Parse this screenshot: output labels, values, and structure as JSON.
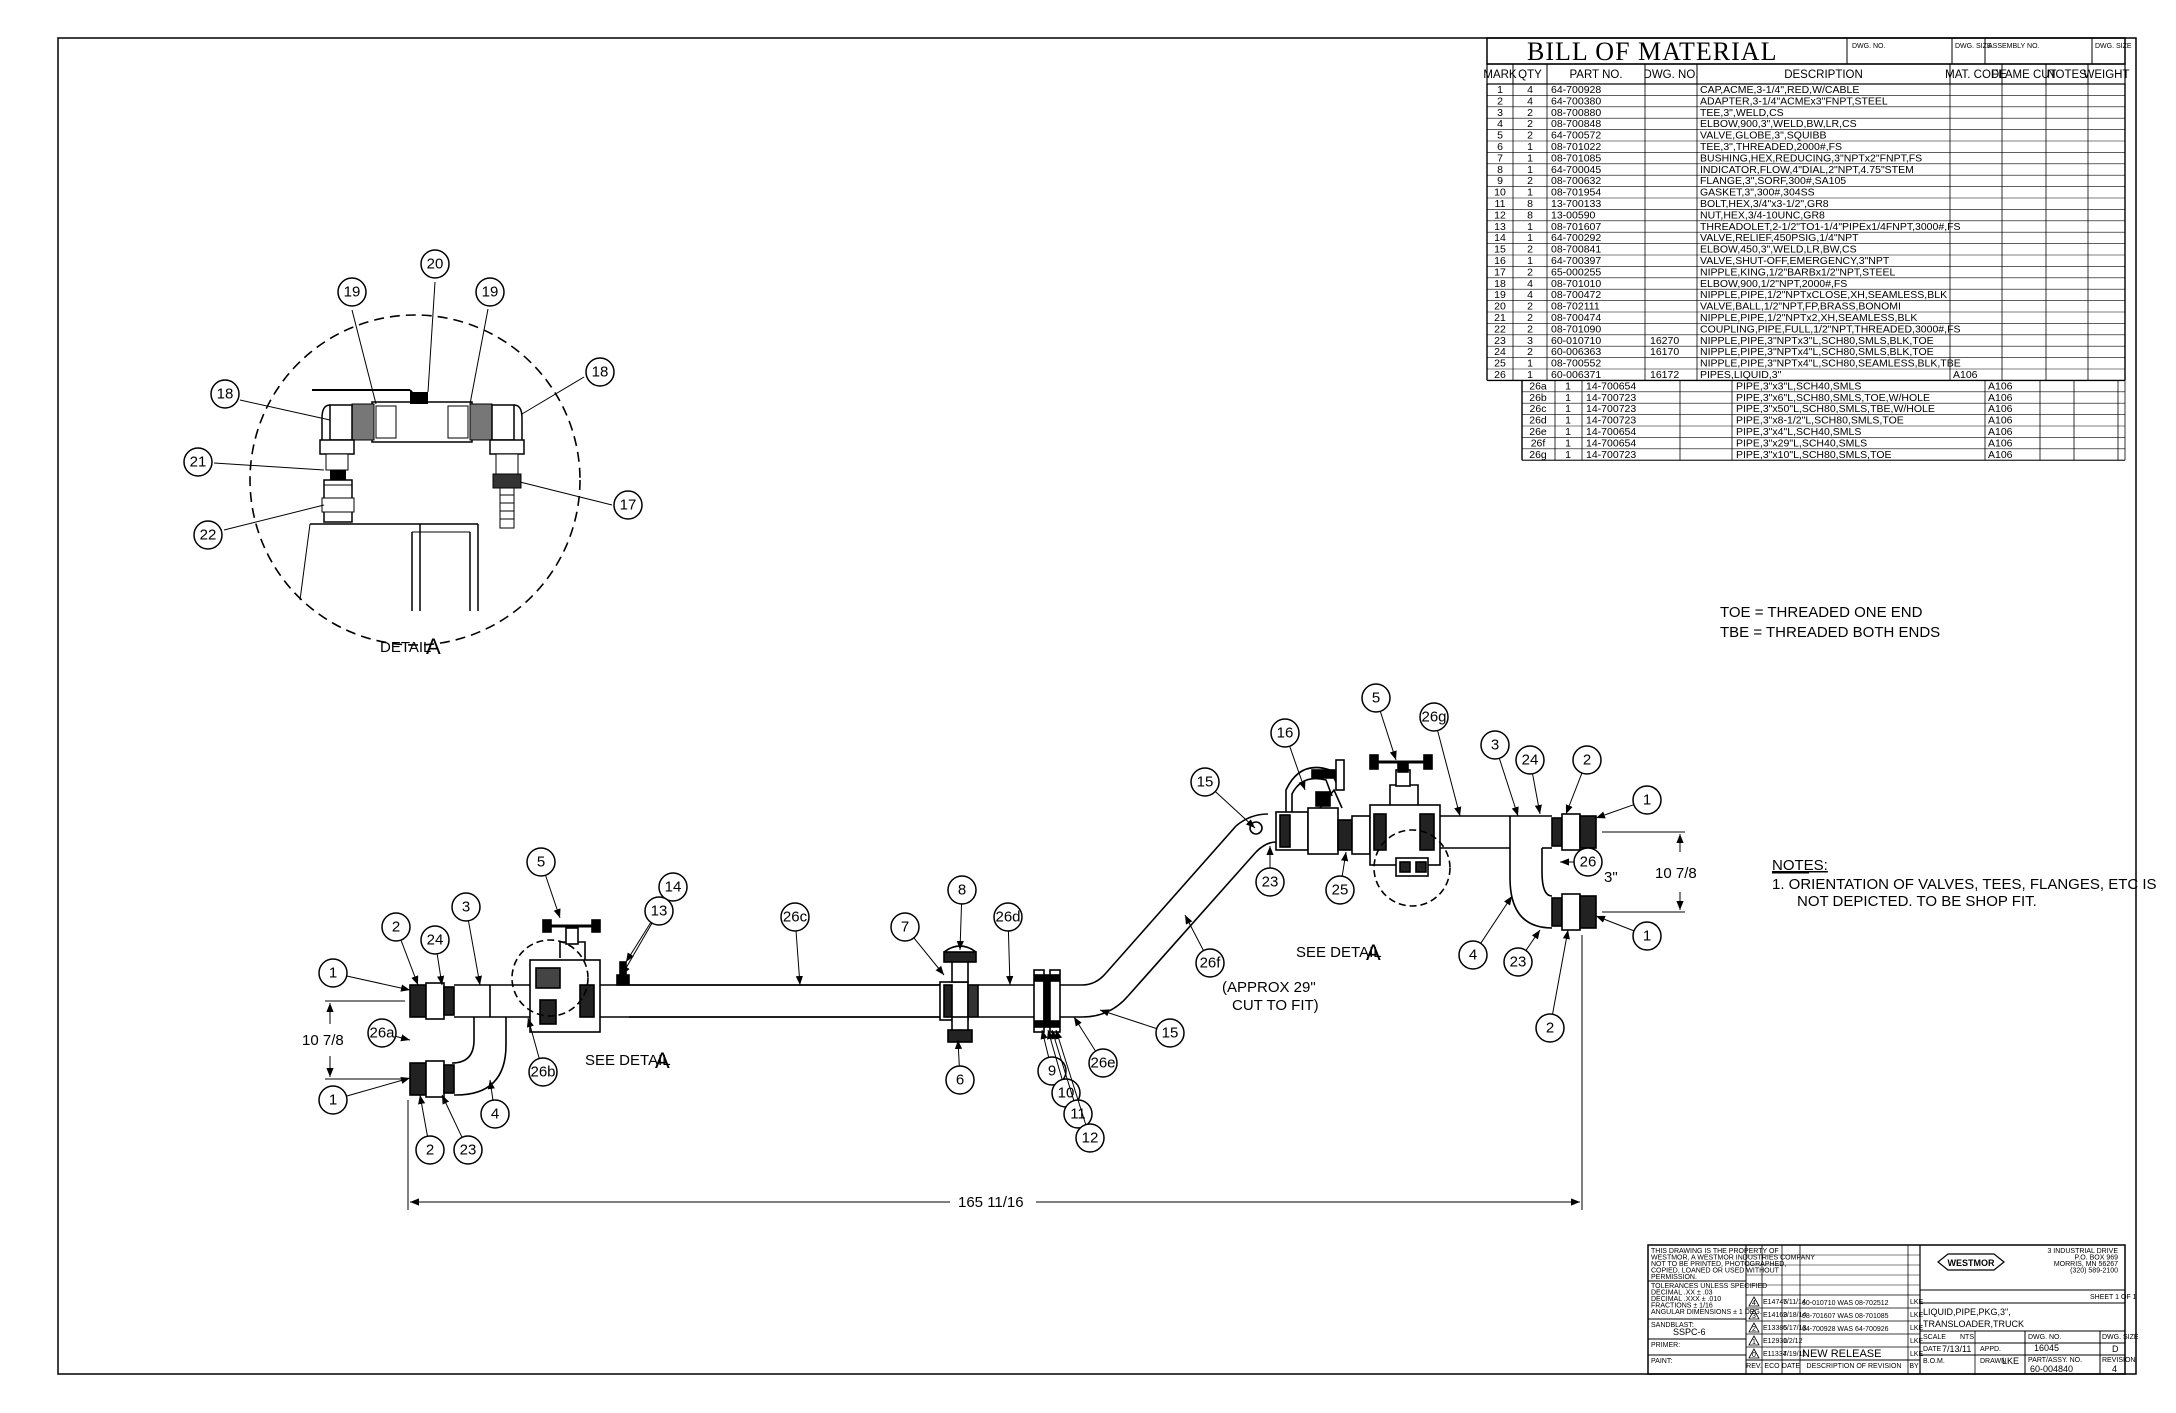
{
  "bom": {
    "title": "BILL OF MATERIAL",
    "dwg_no_label": "DWG. NO.",
    "dwg_size_label": "DWG. SIZE",
    "assembly_label": "ASSEMBLY NO.",
    "headers": [
      "MARK",
      "QTY",
      "PART NO.",
      "DWG. NO.",
      "DESCRIPTION",
      "MAT. CODE",
      "FLAME CUT",
      "NOTES",
      "WEIGHT"
    ],
    "rows": [
      [
        "1",
        "4",
        "64-700928",
        "",
        "CAP,ACME,3-1/4\",RED,W/CABLE",
        ""
      ],
      [
        "2",
        "4",
        "64-700380",
        "",
        "ADAPTER,3-1/4\"ACMEx3\"FNPT,STEEL",
        ""
      ],
      [
        "3",
        "2",
        "08-700880",
        "",
        "TEE,3\",WELD,CS",
        ""
      ],
      [
        "4",
        "2",
        "08-700848",
        "",
        "ELBOW,900,3\",WELD,BW,LR,CS",
        ""
      ],
      [
        "5",
        "2",
        "64-700572",
        "",
        "VALVE,GLOBE,3\",SQUIBB",
        ""
      ],
      [
        "6",
        "1",
        "08-701022",
        "",
        "TEE,3\",THREADED,2000#,FS",
        ""
      ],
      [
        "7",
        "1",
        "08-701085",
        "",
        "BUSHING,HEX,REDUCING,3\"NPTx2\"FNPT,FS",
        ""
      ],
      [
        "8",
        "1",
        "64-700045",
        "",
        "INDICATOR,FLOW,4\"DIAL,2\"NPT,4.75\"STEM",
        ""
      ],
      [
        "9",
        "2",
        "08-700632",
        "",
        "FLANGE,3\",SORF,300#,SA105",
        ""
      ],
      [
        "10",
        "1",
        "08-701954",
        "",
        "GASKET,3\",300#,304SS",
        ""
      ],
      [
        "11",
        "8",
        "13-700133",
        "",
        "BOLT,HEX,3/4\"x3-1/2\",GR8",
        ""
      ],
      [
        "12",
        "8",
        "13-00590",
        "",
        "NUT,HEX,3/4-10UNC,GR8",
        ""
      ],
      [
        "13",
        "1",
        "08-701607",
        "",
        "THREADOLET,2-1/2\"TO1-1/4\"PIPEx1/4FNPT,3000#,FS",
        ""
      ],
      [
        "14",
        "1",
        "64-700292",
        "",
        "VALVE,RELIEF,450PSIG,1/4\"NPT",
        ""
      ],
      [
        "15",
        "2",
        "08-700841",
        "",
        "ELBOW,450,3\",WELD,LR,BW,CS",
        ""
      ],
      [
        "16",
        "1",
        "64-700397",
        "",
        "VALVE,SHUT-OFF,EMERGENCY,3\"NPT",
        ""
      ],
      [
        "17",
        "2",
        "65-000255",
        "",
        "NIPPLE,KING,1/2\"BARBx1/2\"NPT,STEEL",
        ""
      ],
      [
        "18",
        "4",
        "08-701010",
        "",
        "ELBOW,900,1/2\"NPT,2000#,FS",
        ""
      ],
      [
        "19",
        "4",
        "08-700472",
        "",
        "NIPPLE,PIPE,1/2\"NPTxCLOSE,XH,SEAMLESS,BLK",
        ""
      ],
      [
        "20",
        "2",
        "08-702111",
        "",
        "VALVE,BALL,1/2\"NPT,FP,BRASS,BONOMI",
        ""
      ],
      [
        "21",
        "2",
        "08-700474",
        "",
        "NIPPLE,PIPE,1/2\"NPTx2,XH,SEAMLESS,BLK",
        ""
      ],
      [
        "22",
        "2",
        "08-701090",
        "",
        "COUPLING,PIPE,FULL,1/2\"NPT,THREADED,3000#,FS",
        ""
      ],
      [
        "23",
        "3",
        "60-010710",
        "16270",
        "NIPPLE,PIPE,3\"NPTx3\"L,SCH80,SMLS,BLK,TOE",
        ""
      ],
      [
        "24",
        "2",
        "60-006363",
        "16170",
        "NIPPLE,PIPE,3\"NPTx4\"L,SCH80,SMLS,BLK,TOE",
        ""
      ],
      [
        "25",
        "1",
        "08-700552",
        "",
        "NIPPLE,PIPE,3\"NPTx4\"L,SCH80,SEAMLESS,BLK,TBE",
        ""
      ],
      [
        "26",
        "1",
        "60-006371",
        "16172",
        "PIPES,LIQUID,3\"",
        "A106"
      ]
    ],
    "subrows": [
      [
        "26a",
        "1",
        "14-700654",
        "PIPE,3\"x3\"L,SCH40,SMLS",
        "A106"
      ],
      [
        "26b",
        "1",
        "14-700723",
        "PIPE,3\"x6\"L,SCH80,SMLS,TOE,W/HOLE",
        "A106"
      ],
      [
        "26c",
        "1",
        "14-700723",
        "PIPE,3\"x50\"L,SCH80,SMLS,TBE,W/HOLE",
        "A106"
      ],
      [
        "26d",
        "1",
        "14-700723",
        "PIPE,3\"x8-1/2\"L,SCH80,SMLS,TOE",
        "A106"
      ],
      [
        "26e",
        "1",
        "14-700654",
        "PIPE,3\"x4\"L,SCH40,SMLS",
        "A106"
      ],
      [
        "26f",
        "1",
        "14-700654",
        "PIPE,3\"x29\"L,SCH40,SMLS",
        "A106"
      ],
      [
        "26g",
        "1",
        "14-700723",
        "PIPE,3\"x10\"L,SCH80,SMLS,TOE",
        "A106"
      ]
    ]
  },
  "abbrev": {
    "toe": "TOE = THREADED ONE END",
    "tbe": "TBE = THREADED BOTH ENDS"
  },
  "notes": {
    "heading": "NOTES:",
    "line1": "1.  ORIENTATION OF VALVES, TEES, FLANGES, ETC IS",
    "line2": "NOT DEPICTED.  TO BE SHOP FIT."
  },
  "detail": {
    "title": "DETAIL",
    "letter": "A",
    "balloons": [
      "18",
      "19",
      "20",
      "19",
      "18",
      "21",
      "22",
      "17"
    ]
  },
  "callouts": {
    "see_detail_a_1": "SEE DETAIL",
    "see_detail_a_2": "SEE DETAIL",
    "letter_a": "A",
    "approx_1": "(APPROX 29\"",
    "approx_2": "CUT TO FIT)",
    "dim_left": "10 7/8",
    "dim_right": "10 7/8",
    "dim_overall": "165 11/16",
    "dim_3in": "3\""
  },
  "balloons": {
    "b1a": "1",
    "b2a": "2",
    "b24a": "24",
    "b3a": "3",
    "b5a": "5",
    "b14": "14",
    "b13": "13",
    "b26c": "26c",
    "b8": "8",
    "b7": "7",
    "b26d": "26d",
    "b26a": "26a",
    "b26b": "26b",
    "b1b": "1",
    "b2b": "2",
    "b23a": "23",
    "b4a": "4",
    "b6": "6",
    "b9": "9",
    "b10": "10",
    "b11": "11",
    "b12": "12",
    "b26e": "26e",
    "b15a": "15",
    "b26f": "26f",
    "b15b": "15",
    "b16": "16",
    "b23b": "23",
    "b25": "25",
    "b5b": "5",
    "b26g": "26g",
    "b3b": "3",
    "b24b": "24",
    "b2c": "2",
    "b1c": "1",
    "b26": "26",
    "b1d": "1",
    "b4b": "4",
    "b23c": "23",
    "b2d": "2"
  },
  "title_block": {
    "property_1": "THIS DRAWING IS THE PROPERTY OF",
    "property_2": "WESTMOR, A WESTMOR INDUSTRIES COMPANY",
    "property_3": "NOT TO BE PRINTED, PHOTOGRAPHED,",
    "property_4": "COPIED, LOANED OR USED WITHOUT",
    "property_5": "PERMISSION.",
    "tol_head": "TOLERANCES UNLESS SPECIFIED",
    "tol_1": "DECIMAL .XX        ± .03",
    "tol_2": "DECIMAL .XXX       ± .010",
    "tol_3": "FRACTIONS          ± 1/16",
    "tol_4": "ANGULAR DIMENSIONS ± 1 DEG.",
    "sandblast_label": "SANDBLAST:",
    "sandblast_value": "SSPC-6",
    "primer_label": "PRIMER:",
    "paint_label": "PAINT:",
    "revisions": [
      [
        "4",
        "E14745",
        "7/11/14",
        "60-010710 WAS 08-702512",
        "LKE"
      ],
      [
        "3",
        "E14169",
        "2/18/14",
        "08-701607 WAS 08-701085",
        "LKE"
      ],
      [
        "2",
        "E13385",
        "6/17/13",
        "64-700928 WAS 64-700926",
        "LKE"
      ],
      [
        "1",
        "E12930",
        "1/2/12",
        "",
        "LKE"
      ],
      [
        "0",
        "E11334",
        "7/19/11",
        "NEW RELEASE",
        "LKE"
      ]
    ],
    "rev_headers": [
      "REV.",
      "ECO",
      "DATE",
      "DESCRIPTION OF REVISION",
      "BY"
    ],
    "title_1": "LIQUID,PIPE,PKG,3\",",
    "title_2": "TRANSLOADER,TRUCK",
    "scale_label": "SCALE",
    "scale_value": "NTS",
    "date_label": "DATE",
    "date_value": "7/13/11",
    "drawn_label": "DRAWN",
    "drawn_value": "LKE",
    "appd_label": "APPD.",
    "bom_label": "B.O.M.",
    "dwg_no_label": "DWG. NO.",
    "dwg_no_value": "16045",
    "size_label": "DWG. SIZE",
    "size_value": "D",
    "part_label": "PART/ASSY. NO.",
    "part_value": "60-004840",
    "rev_label": "REVISION",
    "rev_value": "4",
    "sheet": "SHEET 1  OF 1",
    "logo": "WESTMOR",
    "company_1": "3 INDUSTRIAL DRIVE",
    "company_2": "P.O. BOX 969",
    "company_3": "MORRIS, MN 56267",
    "company_4": "(320) 589-2100"
  }
}
